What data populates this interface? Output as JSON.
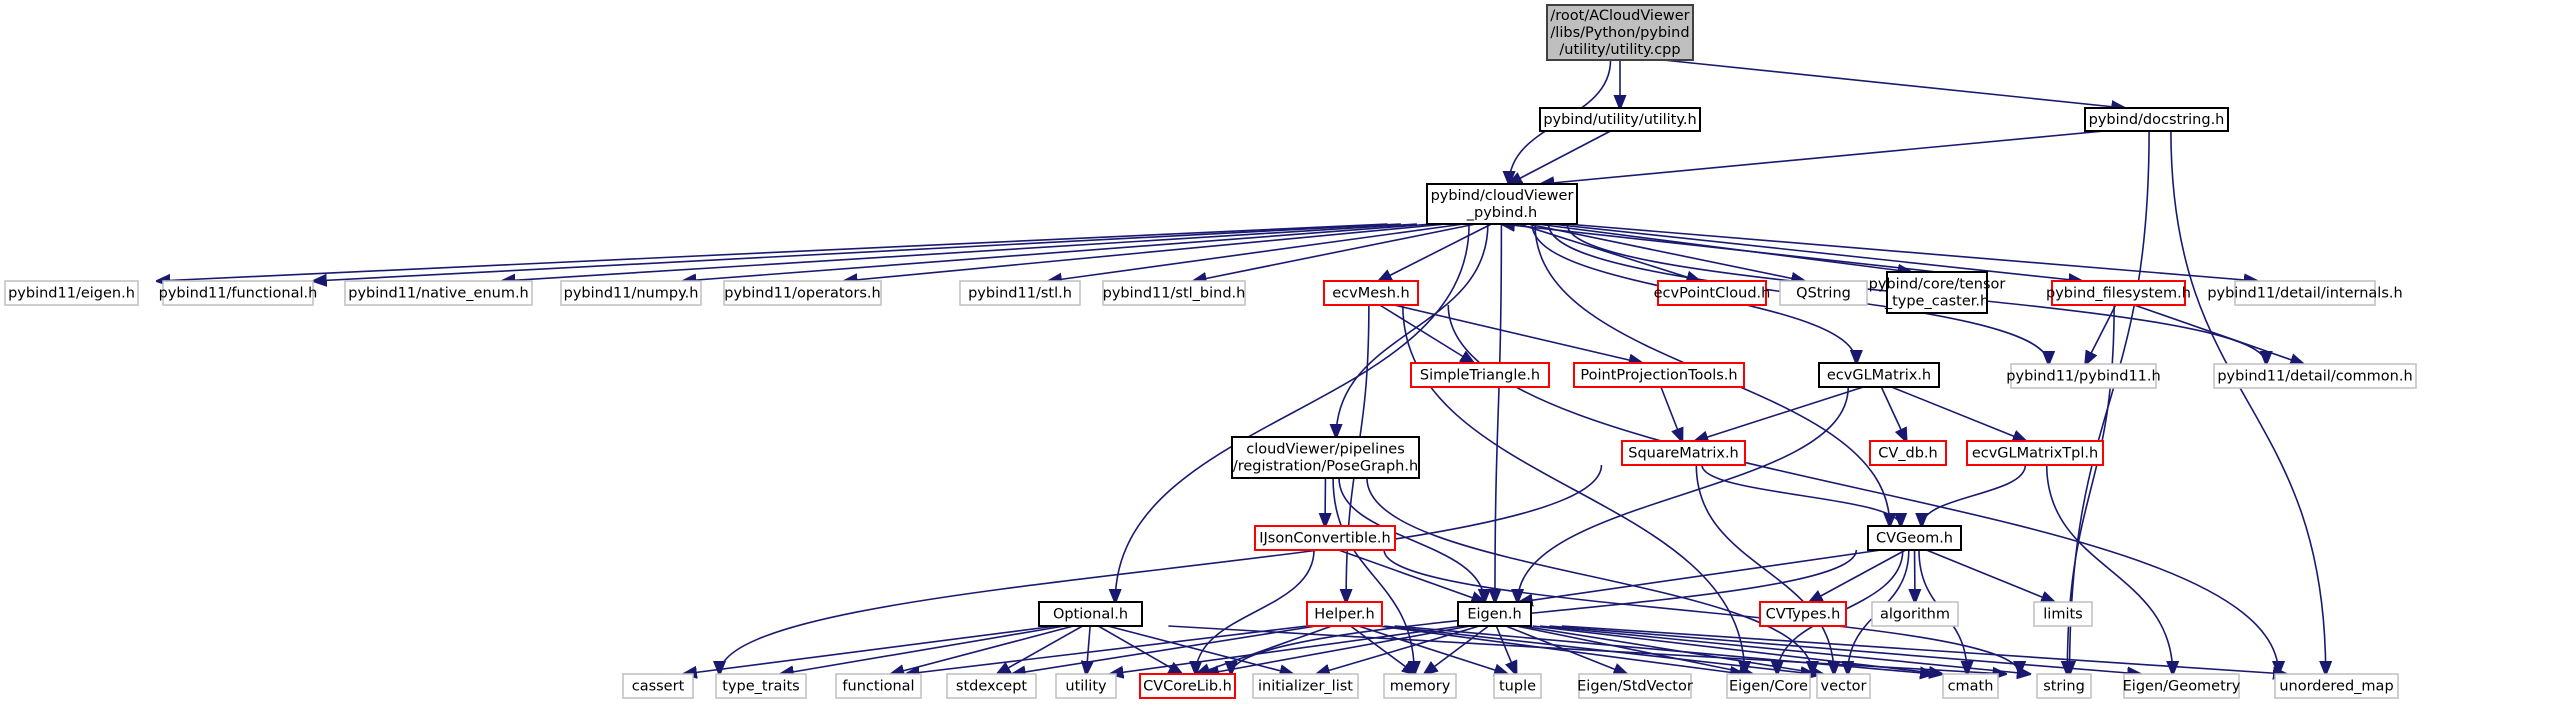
{
  "diagram": {
    "title": "Include dependency graph for utility.cpp",
    "edge_color": "#191970",
    "node_styles": {
      "root": {
        "fill": "#bfbfbf",
        "stroke": "#404040"
      },
      "documented": {
        "fill": "#ffffff",
        "stroke": "#000000"
      },
      "missing": {
        "fill": "#ffffff",
        "stroke": "#ff0000"
      },
      "external": {
        "fill": "#ffffff",
        "stroke": "#bfbfbf"
      }
    },
    "nodes": [
      {
        "id": "root",
        "lines": [
          "/root/ACloudViewer",
          "/libs/Python/pybind",
          "/utility/utility.cpp"
        ],
        "style": "root"
      },
      {
        "id": "utility_h",
        "lines": [
          "pybind/utility/utility.h"
        ],
        "style": "documented"
      },
      {
        "id": "docstring",
        "lines": [
          "pybind/docstring.h"
        ],
        "style": "documented"
      },
      {
        "id": "cvpybind",
        "lines": [
          "pybind/cloudViewer",
          "_pybind.h"
        ],
        "style": "documented"
      },
      {
        "id": "p11eigen",
        "lines": [
          "pybind11/eigen.h"
        ],
        "style": "external"
      },
      {
        "id": "p11functional",
        "lines": [
          "pybind11/functional.h"
        ],
        "style": "external"
      },
      {
        "id": "p11native",
        "lines": [
          "pybind11/native_enum.h"
        ],
        "style": "external"
      },
      {
        "id": "p11numpy",
        "lines": [
          "pybind11/numpy.h"
        ],
        "style": "external"
      },
      {
        "id": "p11operators",
        "lines": [
          "pybind11/operators.h"
        ],
        "style": "external"
      },
      {
        "id": "p11stl",
        "lines": [
          "pybind11/stl.h"
        ],
        "style": "external"
      },
      {
        "id": "p11stlbind",
        "lines": [
          "pybind11/stl_bind.h"
        ],
        "style": "external"
      },
      {
        "id": "ecvMesh",
        "lines": [
          "ecvMesh.h"
        ],
        "style": "missing"
      },
      {
        "id": "ecvPointCloud",
        "lines": [
          "ecvPointCloud.h"
        ],
        "style": "missing"
      },
      {
        "id": "QString",
        "lines": [
          "QString"
        ],
        "style": "external"
      },
      {
        "id": "tensorcaster",
        "lines": [
          "pybind/core/tensor",
          "_type_caster.h"
        ],
        "style": "documented"
      },
      {
        "id": "pyfs",
        "lines": [
          "pybind_filesystem.h"
        ],
        "style": "missing"
      },
      {
        "id": "internals",
        "lines": [
          "pybind11/detail/internals.h"
        ],
        "style": "external"
      },
      {
        "id": "SimpleTriangle",
        "lines": [
          "SimpleTriangle.h"
        ],
        "style": "missing"
      },
      {
        "id": "PPT",
        "lines": [
          "PointProjectionTools.h"
        ],
        "style": "missing"
      },
      {
        "id": "ecvGLMatrix",
        "lines": [
          "ecvGLMatrix.h"
        ],
        "style": "documented"
      },
      {
        "id": "p11pybind11",
        "lines": [
          "pybind11/pybind11.h"
        ],
        "style": "external"
      },
      {
        "id": "common",
        "lines": [
          "pybind11/detail/common.h"
        ],
        "style": "external"
      },
      {
        "id": "PoseGraph",
        "lines": [
          "cloudViewer/pipelines",
          "/registration/PoseGraph.h"
        ],
        "style": "documented"
      },
      {
        "id": "SquareMatrix",
        "lines": [
          "SquareMatrix.h"
        ],
        "style": "missing"
      },
      {
        "id": "CVdb",
        "lines": [
          "CV_db.h"
        ],
        "style": "missing"
      },
      {
        "id": "ecvGLMatrixTpl",
        "lines": [
          "ecvGLMatrixTpl.h"
        ],
        "style": "missing"
      },
      {
        "id": "IJson",
        "lines": [
          "IJsonConvertible.h"
        ],
        "style": "missing"
      },
      {
        "id": "CVGeom",
        "lines": [
          "CVGeom.h"
        ],
        "style": "documented"
      },
      {
        "id": "Optional",
        "lines": [
          "Optional.h"
        ],
        "style": "documented"
      },
      {
        "id": "Helper",
        "lines": [
          "Helper.h"
        ],
        "style": "missing"
      },
      {
        "id": "EigenH",
        "lines": [
          "Eigen.h"
        ],
        "style": "documented"
      },
      {
        "id": "CVTypes",
        "lines": [
          "CVTypes.h"
        ],
        "style": "missing"
      },
      {
        "id": "algorithm",
        "lines": [
          "algorithm"
        ],
        "style": "external"
      },
      {
        "id": "limits",
        "lines": [
          "limits"
        ],
        "style": "external"
      },
      {
        "id": "cassert",
        "lines": [
          "cassert"
        ],
        "style": "external"
      },
      {
        "id": "type_traits",
        "lines": [
          "type_traits"
        ],
        "style": "external"
      },
      {
        "id": "functional",
        "lines": [
          "functional"
        ],
        "style": "external"
      },
      {
        "id": "stdexcept",
        "lines": [
          "stdexcept"
        ],
        "style": "external"
      },
      {
        "id": "utility",
        "lines": [
          "utility"
        ],
        "style": "external"
      },
      {
        "id": "CVCoreLib",
        "lines": [
          "CVCoreLib.h"
        ],
        "style": "missing"
      },
      {
        "id": "initializer_list",
        "lines": [
          "initializer_list"
        ],
        "style": "external"
      },
      {
        "id": "memory",
        "lines": [
          "memory"
        ],
        "style": "external"
      },
      {
        "id": "tuple",
        "lines": [
          "tuple"
        ],
        "style": "external"
      },
      {
        "id": "EigenStdVector",
        "lines": [
          "Eigen/StdVector"
        ],
        "style": "external"
      },
      {
        "id": "EigenCore",
        "lines": [
          "Eigen/Core"
        ],
        "style": "external"
      },
      {
        "id": "vector",
        "lines": [
          "vector"
        ],
        "style": "external"
      },
      {
        "id": "cmath",
        "lines": [
          "cmath"
        ],
        "style": "external"
      },
      {
        "id": "string",
        "lines": [
          "string"
        ],
        "style": "external"
      },
      {
        "id": "EigenGeometry",
        "lines": [
          "Eigen/Geometry"
        ],
        "style": "external"
      },
      {
        "id": "unordered_map",
        "lines": [
          "unordered_map"
        ],
        "style": "external"
      }
    ],
    "edges": [
      [
        "root",
        "cvpybind"
      ],
      [
        "root",
        "utility_h"
      ],
      [
        "root",
        "docstring"
      ],
      [
        "utility_h",
        "cvpybind"
      ],
      [
        "docstring",
        "cvpybind"
      ],
      [
        "docstring",
        "string"
      ],
      [
        "docstring",
        "unordered_map"
      ],
      [
        "cvpybind",
        "p11eigen"
      ],
      [
        "cvpybind",
        "p11functional"
      ],
      [
        "cvpybind",
        "p11native"
      ],
      [
        "cvpybind",
        "p11numpy"
      ],
      [
        "cvpybind",
        "p11operators"
      ],
      [
        "cvpybind",
        "p11stl"
      ],
      [
        "cvpybind",
        "p11stlbind"
      ],
      [
        "cvpybind",
        "ecvMesh"
      ],
      [
        "cvpybind",
        "ecvPointCloud"
      ],
      [
        "cvpybind",
        "QString"
      ],
      [
        "cvpybind",
        "tensorcaster"
      ],
      [
        "cvpybind",
        "pyfs"
      ],
      [
        "cvpybind",
        "internals"
      ],
      [
        "cvpybind",
        "common"
      ],
      [
        "cvpybind",
        "p11pybind11"
      ],
      [
        "cvpybind",
        "ecvGLMatrix"
      ],
      [
        "cvpybind",
        "PoseGraph"
      ],
      [
        "cvpybind",
        "Optional"
      ],
      [
        "cvpybind",
        "EigenH"
      ],
      [
        "cvpybind",
        "CVGeom"
      ],
      [
        "tensorcaster",
        "cvpybind"
      ],
      [
        "pyfs",
        "p11pybind11"
      ],
      [
        "pyfs",
        "common"
      ],
      [
        "pyfs",
        "string"
      ],
      [
        "ecvMesh",
        "SimpleTriangle"
      ],
      [
        "ecvMesh",
        "PPT"
      ],
      [
        "ecvMesh",
        "Helper"
      ],
      [
        "ecvMesh",
        "EigenCore"
      ],
      [
        "ecvMesh",
        "unordered_map"
      ],
      [
        "PPT",
        "SquareMatrix"
      ],
      [
        "ecvGLMatrix",
        "SquareMatrix"
      ],
      [
        "ecvGLMatrix",
        "CVdb"
      ],
      [
        "ecvGLMatrix",
        "ecvGLMatrixTpl"
      ],
      [
        "ecvGLMatrix",
        "EigenH"
      ],
      [
        "ecvGLMatrixTpl",
        "CVGeom"
      ],
      [
        "ecvGLMatrixTpl",
        "EigenGeometry"
      ],
      [
        "SquareMatrix",
        "CVGeom"
      ],
      [
        "SquareMatrix",
        "cassert"
      ],
      [
        "SquareMatrix",
        "vector"
      ],
      [
        "PoseGraph",
        "IJson"
      ],
      [
        "PoseGraph",
        "EigenH"
      ],
      [
        "PoseGraph",
        "memory"
      ],
      [
        "PoseGraph",
        "vector"
      ],
      [
        "IJson",
        "EigenH"
      ],
      [
        "IJson",
        "CVCoreLib"
      ],
      [
        "IJson",
        "string"
      ],
      [
        "CVGeom",
        "EigenH"
      ],
      [
        "CVGeom",
        "CVTypes"
      ],
      [
        "CVGeom",
        "algorithm"
      ],
      [
        "CVGeom",
        "limits"
      ],
      [
        "CVGeom",
        "cmath"
      ],
      [
        "CVGeom",
        "CVCoreLib"
      ],
      [
        "CVGeom",
        "vector"
      ],
      [
        "CVGeom",
        "EigenCore"
      ],
      [
        "Optional",
        "cassert"
      ],
      [
        "Optional",
        "type_traits"
      ],
      [
        "Optional",
        "functional"
      ],
      [
        "Optional",
        "stdexcept"
      ],
      [
        "Optional",
        "utility"
      ],
      [
        "Optional",
        "CVCoreLib"
      ],
      [
        "Optional",
        "initializer_list"
      ],
      [
        "Optional",
        "string"
      ],
      [
        "Helper",
        "functional"
      ],
      [
        "Helper",
        "memory"
      ],
      [
        "Helper",
        "tuple"
      ],
      [
        "Helper",
        "vector"
      ],
      [
        "Helper",
        "CVCoreLib"
      ],
      [
        "Helper",
        "stdexcept"
      ],
      [
        "Helper",
        "cmath"
      ],
      [
        "Helper",
        "EigenCore"
      ],
      [
        "EigenH",
        "EigenStdVector"
      ],
      [
        "EigenH",
        "EigenCore"
      ],
      [
        "EigenH",
        "vector"
      ],
      [
        "EigenH",
        "memory"
      ],
      [
        "EigenH",
        "tuple"
      ],
      [
        "EigenH",
        "utility"
      ],
      [
        "EigenH",
        "initializer_list"
      ],
      [
        "EigenH",
        "CVCoreLib"
      ],
      [
        "EigenH",
        "string"
      ],
      [
        "EigenH",
        "EigenGeometry"
      ],
      [
        "EigenH",
        "unordered_map"
      ],
      [
        "EigenH",
        "cmath"
      ]
    ]
  }
}
